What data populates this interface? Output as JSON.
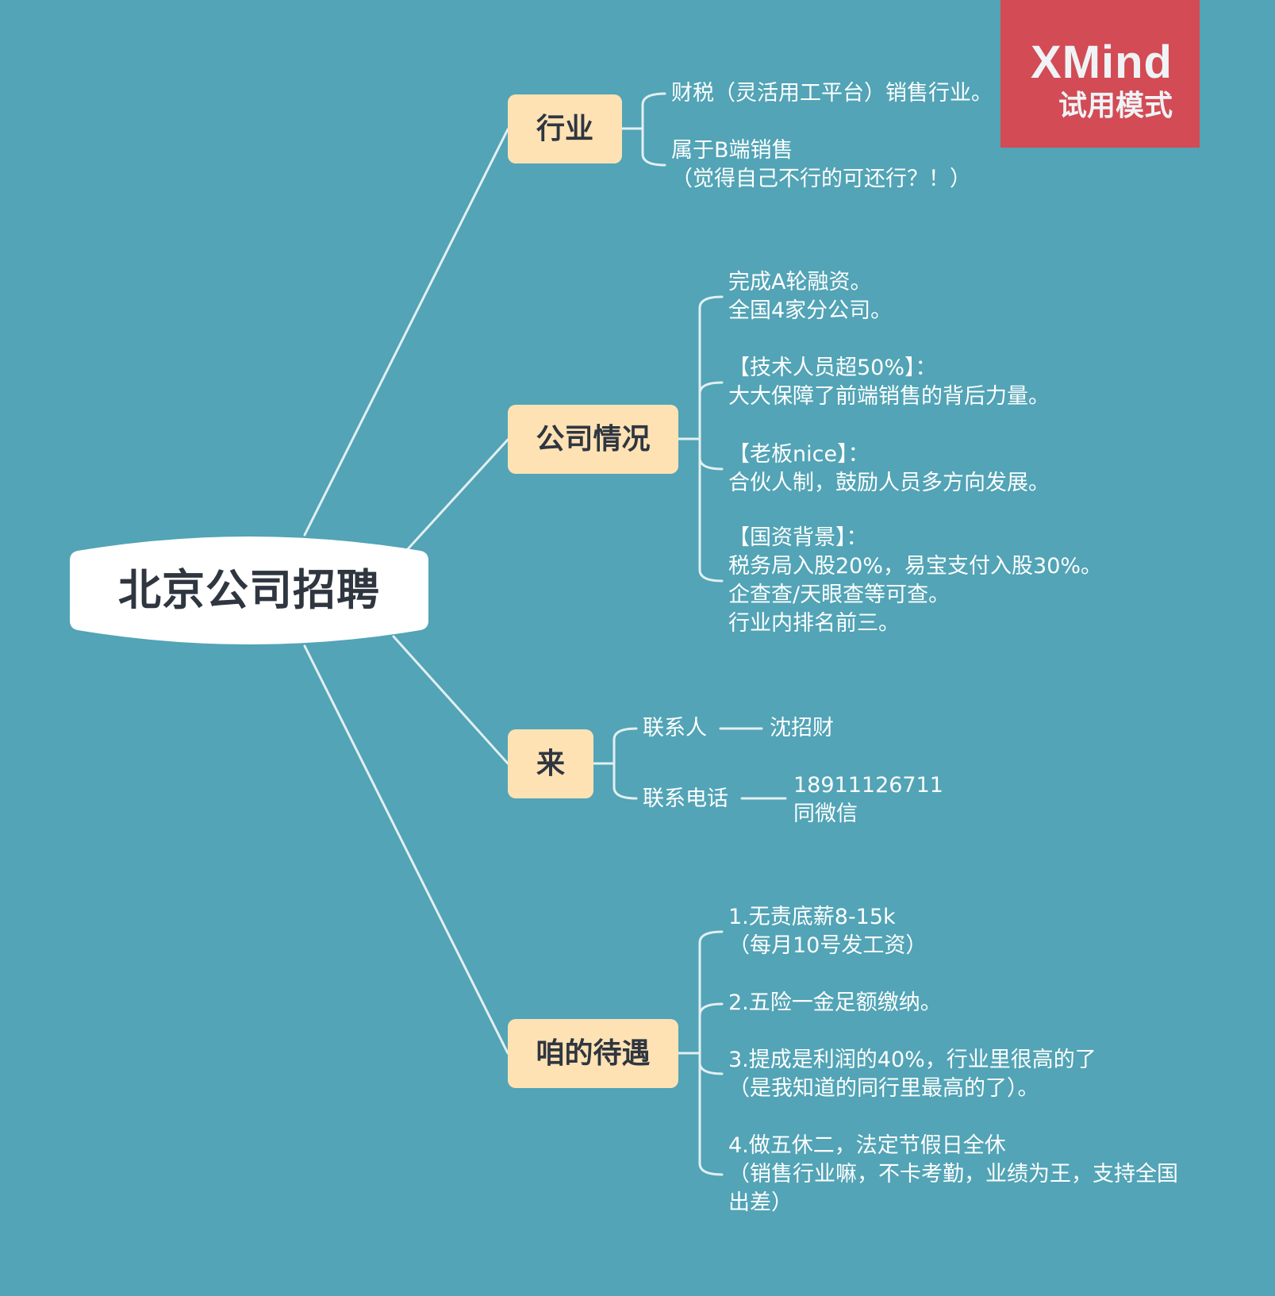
{
  "central_topic": {
    "label": "北京公司招聘"
  },
  "watermark": {
    "brand": "XMind",
    "mode": "试用模式"
  },
  "branches": [
    {
      "label": "行业",
      "items": [
        {
          "lines": [
            "财税（灵活用工平台）销售行业。"
          ]
        },
        {
          "lines": [
            "属于B端销售",
            "（觉得自己不行的可还行？！）"
          ]
        }
      ]
    },
    {
      "label": "公司情况",
      "items": [
        {
          "lines": [
            "完成A轮融资。",
            "全国4家分公司。"
          ]
        },
        {
          "lines": [
            "【技术人员超50%】：",
            "大大保障了前端销售的背后力量。"
          ]
        },
        {
          "lines": [
            "【老板nice】：",
            "合伙人制，鼓励人员多方向发展。"
          ]
        },
        {
          "lines": [
            "【国资背景】：",
            "税务局入股20%，易宝支付入股30%。",
            "企查查/天眼查等可查。",
            "行业内排名前三。"
          ]
        }
      ]
    },
    {
      "label": "来",
      "items": [
        {
          "label": "联系人",
          "value_lines": [
            "沈招财"
          ]
        },
        {
          "label": "联系电话",
          "value_lines": [
            "18911126711",
            "同微信"
          ]
        }
      ]
    },
    {
      "label": "咱的待遇",
      "items": [
        {
          "lines": [
            "1.无责底薪8-15k",
            "（每月10号发工资）"
          ]
        },
        {
          "lines": [
            "2.五险一金足额缴纳。"
          ]
        },
        {
          "lines": [
            "3.提成是利润的40%，行业里很高的了",
            "（是我知道的同行里最高的了）。"
          ]
        },
        {
          "lines": [
            "4.做五休二，法定节假日全休",
            "（销售行业嘛，不卡考勤，业绩为王，支持全国",
            "出差）"
          ]
        }
      ]
    }
  ]
}
